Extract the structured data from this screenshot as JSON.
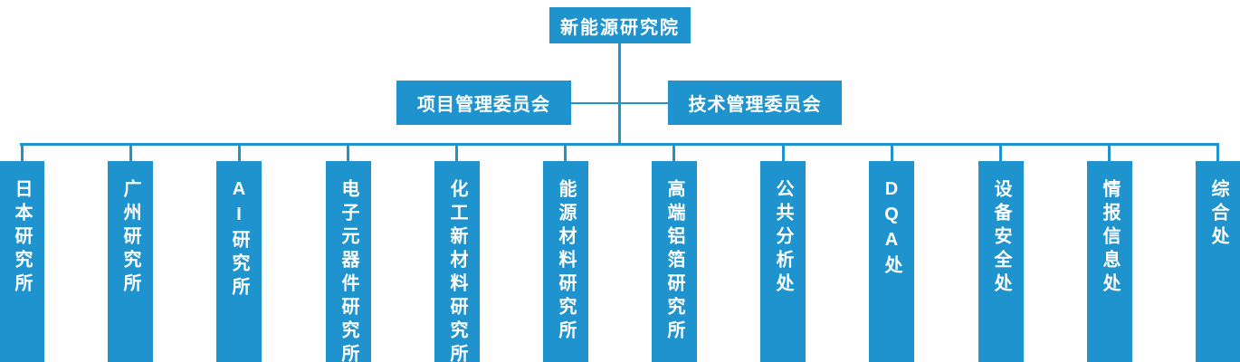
{
  "org_chart": {
    "root": {
      "label": "新能源研究院"
    },
    "committees": [
      {
        "label": "项目管理委员会"
      },
      {
        "label": "技术管理委员会"
      }
    ],
    "departments": [
      {
        "label": "日本研究所"
      },
      {
        "label": "广州研究所"
      },
      {
        "label": "AI研究所"
      },
      {
        "label": "电子元器件研究所"
      },
      {
        "label": "化工新材料研究所"
      },
      {
        "label": "能源材料研究所"
      },
      {
        "label": "高端铝箔研究所"
      },
      {
        "label": "公共分析处"
      },
      {
        "label": "DQA处"
      },
      {
        "label": "设备安全处"
      },
      {
        "label": "情报信息处"
      },
      {
        "label": "综合处"
      }
    ],
    "colors": {
      "node_fill": "#1E93CE",
      "node_text": "#FFFFFF",
      "connector_line": "#1E93CE",
      "background": "#FFFFFF"
    }
  }
}
